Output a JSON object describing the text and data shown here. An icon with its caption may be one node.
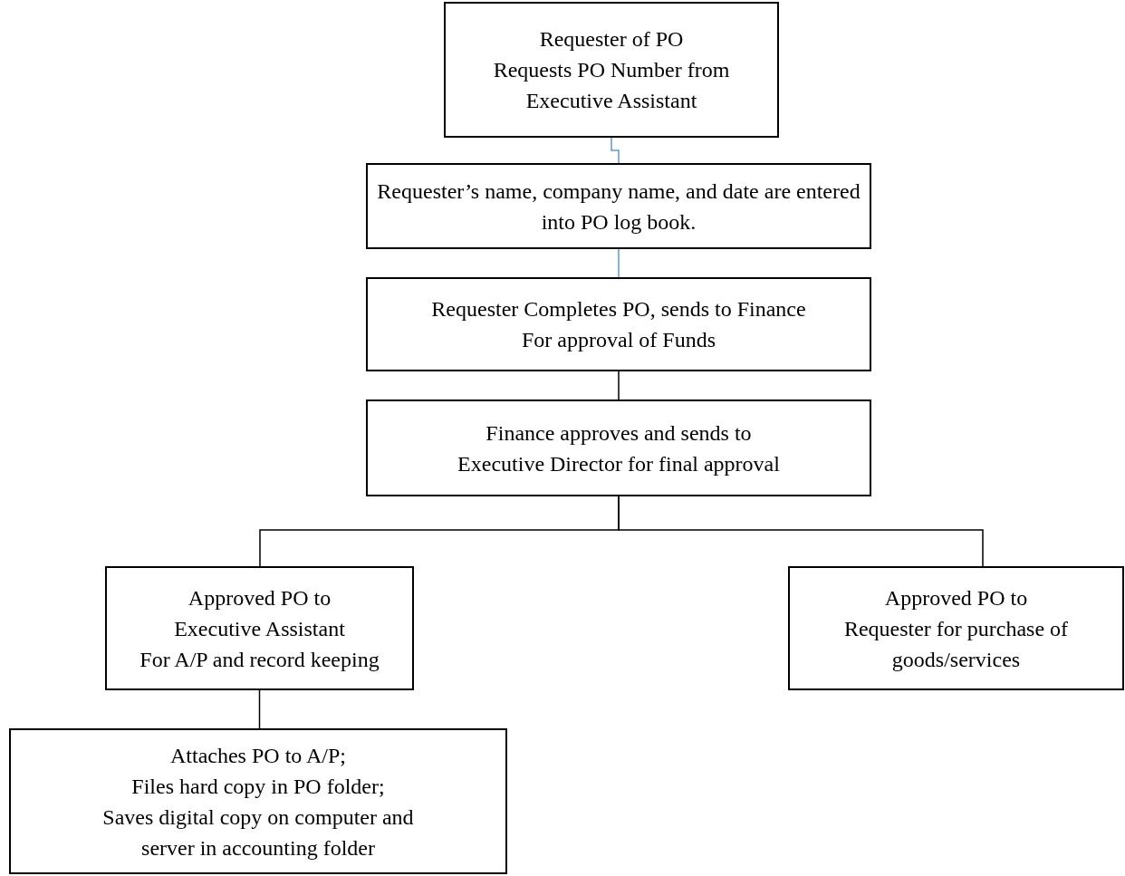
{
  "diagram": {
    "nodes": [
      {
        "text": [
          "Requester of PO",
          "Requests PO Number from Executive Assistant"
        ]
      },
      {
        "text": [
          "Requester’s name, company name, and date are entered into PO log book."
        ]
      },
      {
        "text": [
          "Requester Completes PO, sends to Finance",
          "For approval of Funds"
        ]
      },
      {
        "text": [
          "Finance approves and sends to",
          "Executive Director for final approval"
        ]
      },
      {
        "text": [
          "Approved PO to",
          "Executive Assistant",
          "For A/P and record keeping"
        ]
      },
      {
        "text": [
          "Approved PO to",
          "Requester for purchase of goods/services"
        ]
      },
      {
        "text": [
          "Attaches PO to A/P;",
          "Files hard copy in PO folder;",
          "Saves digital copy on computer and server in accounting folder"
        ]
      }
    ],
    "edges": [
      {
        "from": 0,
        "to": 1,
        "arrow": "none",
        "color": "#5b9bd5"
      },
      {
        "from": 1,
        "to": 2,
        "arrow": "none",
        "color": "#5b9bd5"
      },
      {
        "from": 2,
        "to": 3,
        "arrow": "none"
      },
      {
        "from": 3,
        "to": 4,
        "arrow": "none"
      },
      {
        "from": 3,
        "to": 5,
        "arrow": "none"
      },
      {
        "from": 4,
        "to": 6,
        "arrow": "none"
      }
    ]
  }
}
